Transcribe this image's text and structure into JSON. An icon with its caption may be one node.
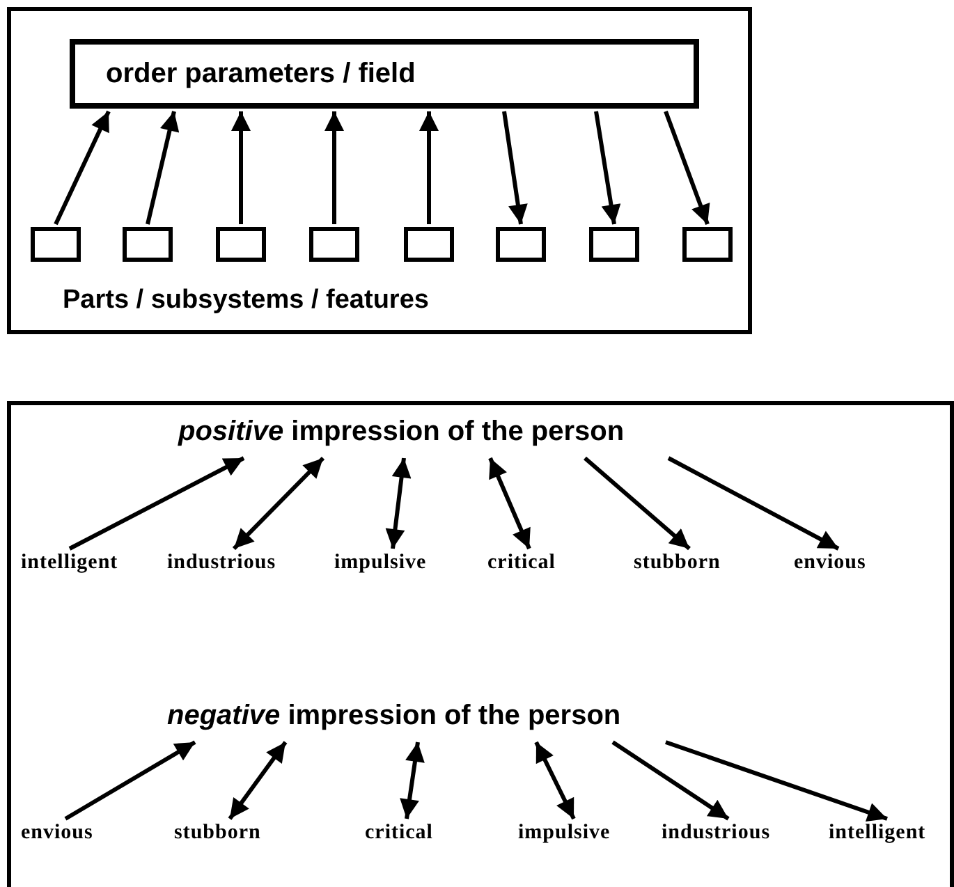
{
  "diagram": {
    "nodes": [
      {
        "text": [
          "order parameters / field"
        ]
      },
      {
        "text": [],
        "shape": "box"
      },
      {
        "text": [],
        "shape": "box"
      },
      {
        "text": [],
        "shape": "box"
      },
      {
        "text": [],
        "shape": "box"
      },
      {
        "text": [],
        "shape": "box"
      },
      {
        "text": [],
        "shape": "box"
      },
      {
        "text": [],
        "shape": "box"
      },
      {
        "text": [],
        "shape": "box"
      },
      {
        "text": [
          "*positive* impression of the person"
        ]
      },
      {
        "text": [
          "intelligent"
        ]
      },
      {
        "text": [
          "industrious"
        ]
      },
      {
        "text": [
          "impulsive"
        ]
      },
      {
        "text": [
          "critical"
        ]
      },
      {
        "text": [
          "stubborn"
        ]
      },
      {
        "text": [
          "envious"
        ]
      },
      {
        "text": [
          "*negative* impression of the person"
        ]
      },
      {
        "text": [
          "envious"
        ]
      },
      {
        "text": [
          "stubborn"
        ]
      },
      {
        "text": [
          "critical"
        ]
      },
      {
        "text": [
          "impulsive"
        ]
      },
      {
        "text": [
          "industrious"
        ]
      },
      {
        "text": [
          "intelligent"
        ]
      }
    ],
    "edges": [
      {
        "from": 1,
        "to": 0,
        "arrow": "to"
      },
      {
        "from": 2,
        "to": 0,
        "arrow": "to"
      },
      {
        "from": 3,
        "to": 0,
        "arrow": "to"
      },
      {
        "from": 4,
        "to": 0,
        "arrow": "to"
      },
      {
        "from": 5,
        "to": 0,
        "arrow": "to"
      },
      {
        "from": 0,
        "to": 6,
        "arrow": "to"
      },
      {
        "from": 0,
        "to": 7,
        "arrow": "to"
      },
      {
        "from": 0,
        "to": 8,
        "arrow": "to"
      },
      {
        "from": 10,
        "to": 9,
        "arrow": "to"
      },
      {
        "from": 11,
        "to": 9,
        "arrow": "both"
      },
      {
        "from": 12,
        "to": 9,
        "arrow": "both"
      },
      {
        "from": 13,
        "to": 9,
        "arrow": "both"
      },
      {
        "from": 9,
        "to": 14,
        "arrow": "to"
      },
      {
        "from": 9,
        "to": 15,
        "arrow": "to"
      },
      {
        "from": 17,
        "to": 16,
        "arrow": "to"
      },
      {
        "from": 18,
        "to": 16,
        "arrow": "both"
      },
      {
        "from": 19,
        "to": 16,
        "arrow": "both"
      },
      {
        "from": 20,
        "to": 16,
        "arrow": "both"
      },
      {
        "from": 16,
        "to": 21,
        "arrow": "to"
      },
      {
        "from": 16,
        "to": 22,
        "arrow": "to"
      }
    ],
    "labels": [
      "Parts / subsystems / features"
    ]
  }
}
